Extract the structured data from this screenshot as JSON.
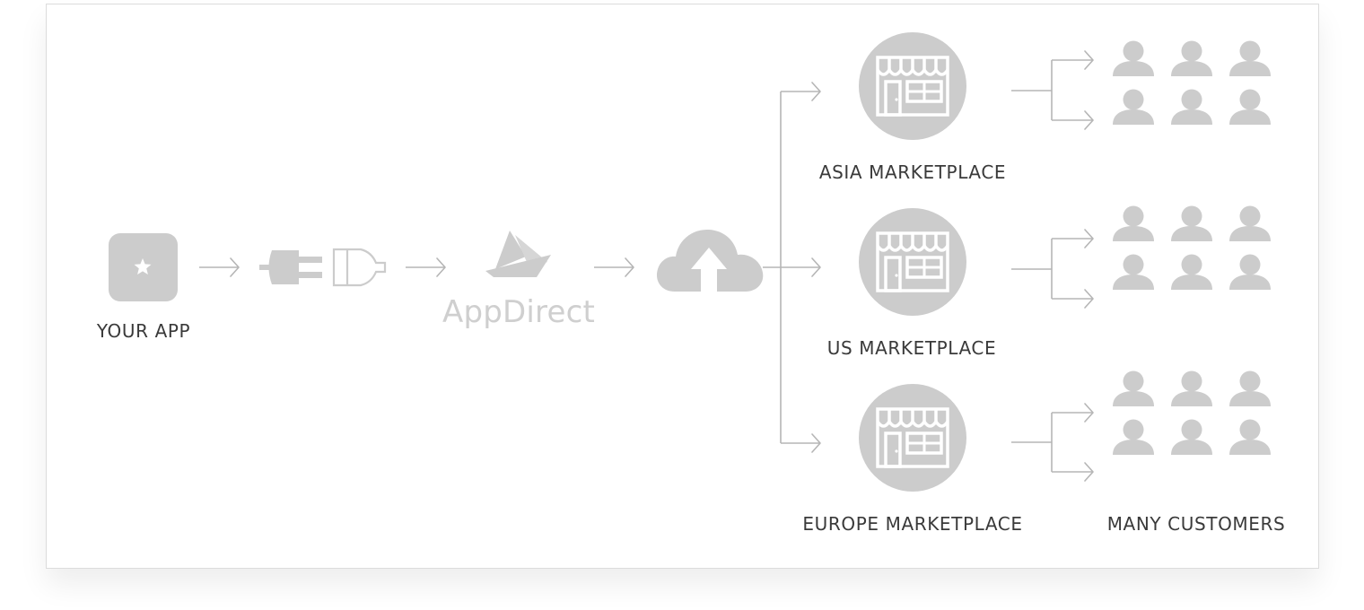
{
  "colors": {
    "icon_gray": "#cccccc",
    "arrow_gray": "#b5b5b5",
    "text": "#3a3a3a",
    "brand_text": "#cfcfcf"
  },
  "icons": {
    "app": "star-icon",
    "plug": "plug-icon",
    "brand": "appdirect-logo-icon",
    "cloud": "cloud-upload-icon",
    "store": "storefront-icon",
    "customer": "person-icon"
  },
  "diagram": {
    "your_app_label": "YOUR APP",
    "brand_name": "AppDirect",
    "marketplaces": [
      {
        "label": "ASIA MARKETPLACE"
      },
      {
        "label": "US MARKETPLACE"
      },
      {
        "label": "EUROPE MARKETPLACE"
      }
    ],
    "customers_label": "MANY CUSTOMERS"
  }
}
